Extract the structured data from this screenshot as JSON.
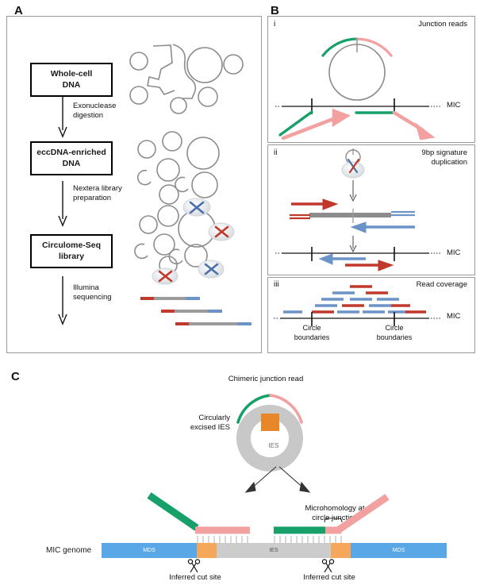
{
  "figure": {
    "panels": [
      {
        "letter": "A"
      },
      {
        "letter": "B"
      },
      {
        "letter": "C"
      }
    ]
  },
  "panel_a": {
    "letter": "A",
    "steps": [
      {
        "id": "step1",
        "label": "Whole-cell\nDNA"
      },
      {
        "id": "step2",
        "label": "eccDNA-enriched\nDNA"
      },
      {
        "id": "step3",
        "label": "Circulome-Seq\nlibrary"
      }
    ],
    "arrows": [
      {
        "id": "arrow1",
        "label": "Exonuclease\ndigestion"
      },
      {
        "id": "arrow2",
        "label": "Nextera library\npreparation"
      },
      {
        "id": "arrow3",
        "label": "Illumina\nsequencing"
      }
    ],
    "box1_line1": "Whole-cell",
    "box1_line2": "DNA",
    "box2_line1": "eccDNA-enriched",
    "box2_line2": "DNA",
    "box3_line1": "Circulome-Seq",
    "box3_line2": "library",
    "arrow1_line1": "Exonuclease",
    "arrow1_line2": "digestion",
    "arrow2_line1": "Nextera library",
    "arrow2_line2": "preparation",
    "arrow3_line1": "Illumina",
    "arrow3_line2": "sequencing"
  },
  "panel_b": {
    "letter": "B",
    "sections": [
      {
        "numeral": "i",
        "title": "Junction reads",
        "axis_label": "MIC"
      },
      {
        "numeral": "ii",
        "title_line1": "9bp signature",
        "title_line2": "duplication",
        "axis_label": "MIC"
      },
      {
        "numeral": "iii",
        "title": "Read coverage",
        "axis_label": "MIC"
      }
    ],
    "i_numeral": "i",
    "i_title": "Junction reads",
    "i_mic": "MIC",
    "ii_numeral": "ii",
    "ii_title_line1": "9bp signature",
    "ii_title_line2": "duplication",
    "ii_mic": "MIC",
    "iii_numeral": "iii",
    "iii_title": "Read coverage",
    "iii_mic": "MIC",
    "iii_boundary_left_line1": "Circle",
    "iii_boundary_left_line2": "boundaries",
    "iii_boundary_right_line1": "Circle",
    "iii_boundary_right_line2": "boundaries"
  },
  "panel_c": {
    "letter": "C",
    "chimeric_read_label": "Chimeric junction read",
    "circle_label_line1": "Circularly",
    "circle_label_line2": "excised IES",
    "donut_label": "IES",
    "microhomology_line1": "Microhomology at",
    "microhomology_line2": "circle junction",
    "genome_label": "MIC genome",
    "genome_segments": [
      {
        "id": "mds-left",
        "label": "MDS",
        "color": "#5aa7e8"
      },
      {
        "id": "cut-left",
        "label": "",
        "color": "#f5a85c"
      },
      {
        "id": "ies",
        "label": "IES",
        "color": "#cccccc"
      },
      {
        "id": "cut-right",
        "label": "",
        "color": "#f5a85c"
      },
      {
        "id": "mds-right",
        "label": "MDS",
        "color": "#5aa7e8"
      }
    ],
    "mds_left_label": "MDS",
    "ies_label": "IES",
    "mds_right_label": "MDS",
    "cut_site_left": "Inferred cut site",
    "cut_site_right": "Inferred cut site"
  },
  "colors": {
    "green": "#18a06a",
    "salmon": "#f2a0a0",
    "red": "#c0392b",
    "blue": "#6b93c7",
    "grey": "#8c8c8c",
    "bar_blue": "#5aa7e8",
    "bar_orange": "#e8862a",
    "bar_grey": "#cccccc",
    "donut_grey": "#c8c8c8"
  }
}
